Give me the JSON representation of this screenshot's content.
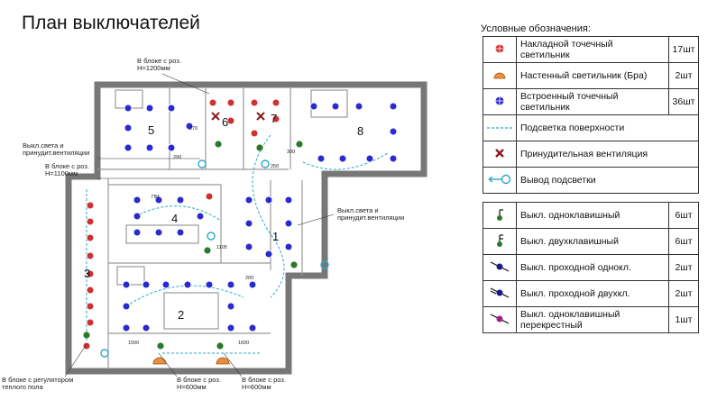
{
  "title": "План выключателей",
  "legend": {
    "title": "Условные обозначения:",
    "lights": [
      {
        "icon": "surface-spotlight-icon",
        "label": "Накладной точечный светильник",
        "count": "17шт"
      },
      {
        "icon": "wall-sconce-icon",
        "label": "Настенный светильник (Бра)",
        "count": "2шт"
      },
      {
        "icon": "recessed-spotlight-icon",
        "label": "Встроенный точечный светильник",
        "count": "36шт"
      },
      {
        "icon": "surface-backlight-icon",
        "label": "Подсветка поверхности",
        "count": ""
      },
      {
        "icon": "forced-ventilation-icon",
        "label": "Принудительная вентиляция",
        "count": ""
      },
      {
        "icon": "backlight-outlet-icon",
        "label": "Вывод подсветки",
        "count": ""
      }
    ],
    "switches": [
      {
        "icon": "single-switch-icon",
        "label": "Выкл. одноклавишный",
        "count": "6шт"
      },
      {
        "icon": "double-switch-icon",
        "label": "Выкл. двухклавишный",
        "count": "6шт"
      },
      {
        "icon": "passthrough-single-switch-icon",
        "label": "Выкл. проходной однокл.",
        "count": "2шт"
      },
      {
        "icon": "passthrough-double-switch-icon",
        "label": "Выкл. проходной двухкл.",
        "count": "2шт"
      },
      {
        "icon": "cross-switch-icon",
        "label": "Выкл. одноклавишный перекрестный",
        "count": "1шт"
      }
    ]
  },
  "annotations": {
    "socket_block_top": "В блоке с роз. Н=1200мм",
    "light_vent_left": "Выкл.света и принудит.вентиляции",
    "socket_block_left": "В блоке с роз. Н=1100мм",
    "light_vent_right": "Выкл.света и принудит.вентиляции",
    "floor_regulator": "В блоке с регулятором теплого пола",
    "socket_block_bottom1": "В блоке с роз. Н=600мм",
    "socket_block_bottom2": "В блоке с роз. Н=600мм"
  },
  "rooms": [
    "1",
    "2",
    "3",
    "4",
    "5",
    "6",
    "7",
    "8"
  ],
  "dimensions": [
    "270",
    "290",
    "250",
    "300",
    "1105",
    "200",
    "1500",
    "1600",
    "ПМ"
  ],
  "colors": {
    "recessed": "#2a2ad0",
    "surface": "#d03030",
    "wall": "#8a8a8a",
    "backlight": "#2aa8c8",
    "switch": "#2a7a2a"
  }
}
